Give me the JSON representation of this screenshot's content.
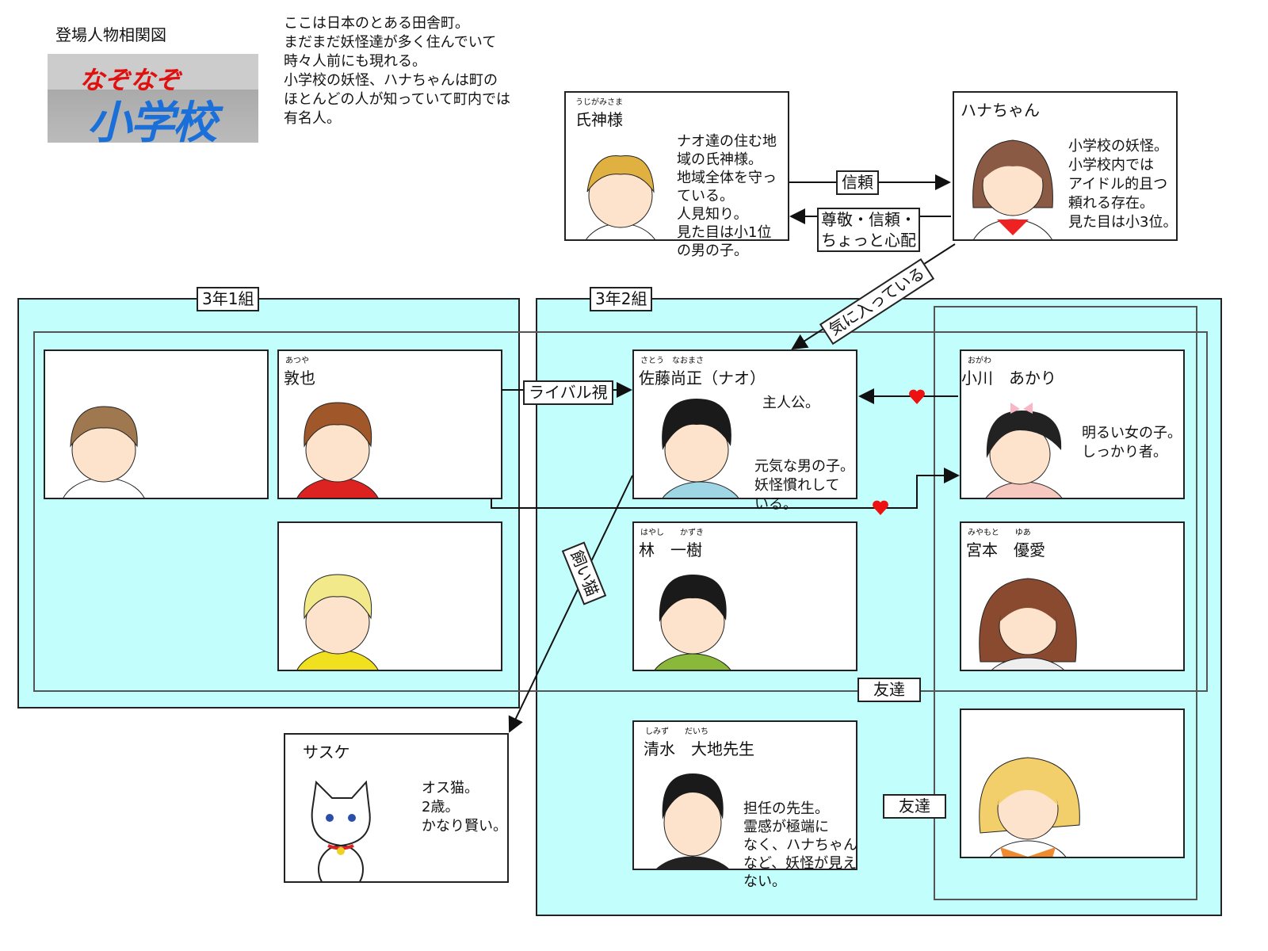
{
  "header": {
    "title": "登場人物相関図",
    "logo_top": "なぞなぞ",
    "logo_bottom": "小学校",
    "intro": [
      "ここは日本のとある田舎町。",
      "まだまだ妖怪達が多く住んでいて",
      "時々人前にも現れる。",
      "小学校の妖怪、ハナちゃんは町の",
      "ほとんどの人が知っていて町内では",
      "有名人。"
    ]
  },
  "groups": {
    "class1": "3年1組",
    "class2": "3年2組",
    "friends1": "友達",
    "friends2": "友達"
  },
  "relations": {
    "trust": "信頼",
    "respect": [
      "尊敬・信頼・",
      "ちょっと心配"
    ],
    "likes": "気に入っている",
    "rival": "ライバル視",
    "pet": "飼い猫"
  },
  "characters": {
    "ujigami": {
      "ruby": "うじがみさま",
      "name": "氏神様",
      "desc": [
        "ナオ達の住む地",
        "域の氏神様。",
        "地域全体を守っ",
        "ている。",
        "人見知り。",
        "見た目は小1位",
        "の男の子。"
      ]
    },
    "hana": {
      "name": "ハナちゃん",
      "desc": [
        "小学校の妖怪。",
        "小学校内では",
        "アイドル的且つ",
        "頼れる存在。",
        "見た目は小3位。"
      ]
    },
    "atsuya": {
      "ruby": "あつや",
      "name": "敦也"
    },
    "nao": {
      "ruby": "さとう　なおまさ",
      "name": "佐藤尚正（ナオ）",
      "desc1": "主人公。",
      "desc": [
        "元気な男の子。",
        "妖怪慣れして",
        "いる。"
      ]
    },
    "hayashi": {
      "ruby": "はやし　　かずき",
      "name": "林　一樹"
    },
    "ogawa": {
      "ruby": "おがわ",
      "name": "小川　あかり",
      "desc": [
        "明るい女の子。",
        "しっかり者。"
      ]
    },
    "miyamoto": {
      "ruby": "みやもと　　ゆあ",
      "name": "宮本　優愛"
    },
    "shimizu": {
      "ruby": "しみず　　だいち",
      "name": "清水　大地先生",
      "desc": [
        "担任の先生。",
        "霊感が極端に",
        "なく、ハナちゃん",
        "など、妖怪が見え",
        "ない。"
      ]
    },
    "sasuke": {
      "name": "サスケ",
      "desc": [
        "オス猫。",
        "2歳。",
        "かなり賢い。"
      ]
    }
  },
  "colors": {
    "panel": "#c2fffc",
    "heart": "#ee1111"
  }
}
